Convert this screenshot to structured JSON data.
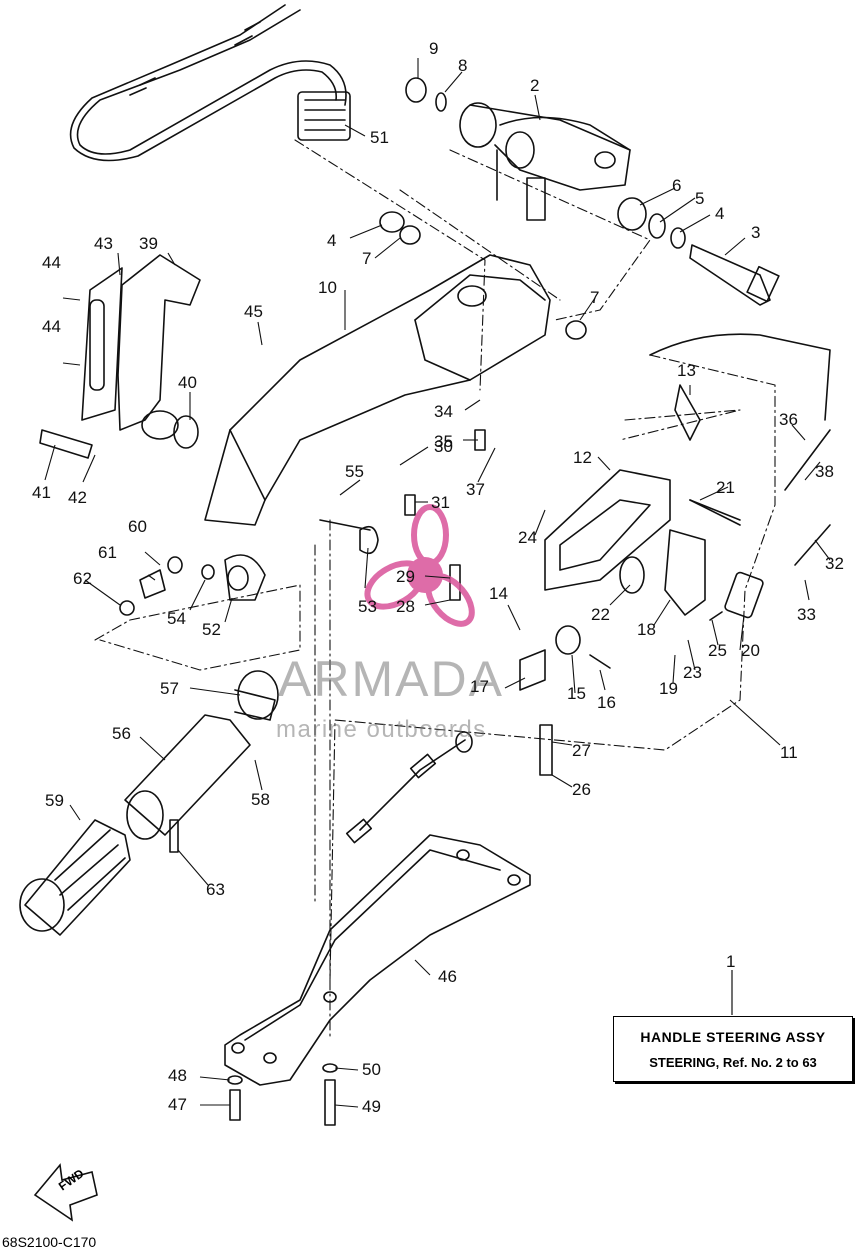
{
  "title_box": {
    "line1": "HANDLE  STEERING ASSY",
    "line2": "STEERING, Ref. No. 2 to 63"
  },
  "diagram_code": "68S2100-C170",
  "fwd_arrow": "FWD",
  "watermark": {
    "name": "ARMADA",
    "tagline": "marine outboards",
    "logo_color": "#d9539a"
  },
  "callouts": [
    "1",
    "2",
    "3",
    "4",
    "4",
    "5",
    "6",
    "7",
    "7",
    "8",
    "9",
    "10",
    "11",
    "12",
    "13",
    "14",
    "15",
    "16",
    "17",
    "18",
    "19",
    "20",
    "21",
    "22",
    "23",
    "24",
    "25",
    "26",
    "27",
    "28",
    "29",
    "30",
    "31",
    "32",
    "33",
    "34",
    "35",
    "36",
    "37",
    "38",
    "39",
    "40",
    "41",
    "42",
    "43",
    "44",
    "44",
    "45",
    "46",
    "47",
    "48",
    "49",
    "50",
    "51",
    "52",
    "53",
    "54",
    "55",
    "56",
    "57",
    "58",
    "59",
    "60",
    "61",
    "62",
    "63"
  ]
}
